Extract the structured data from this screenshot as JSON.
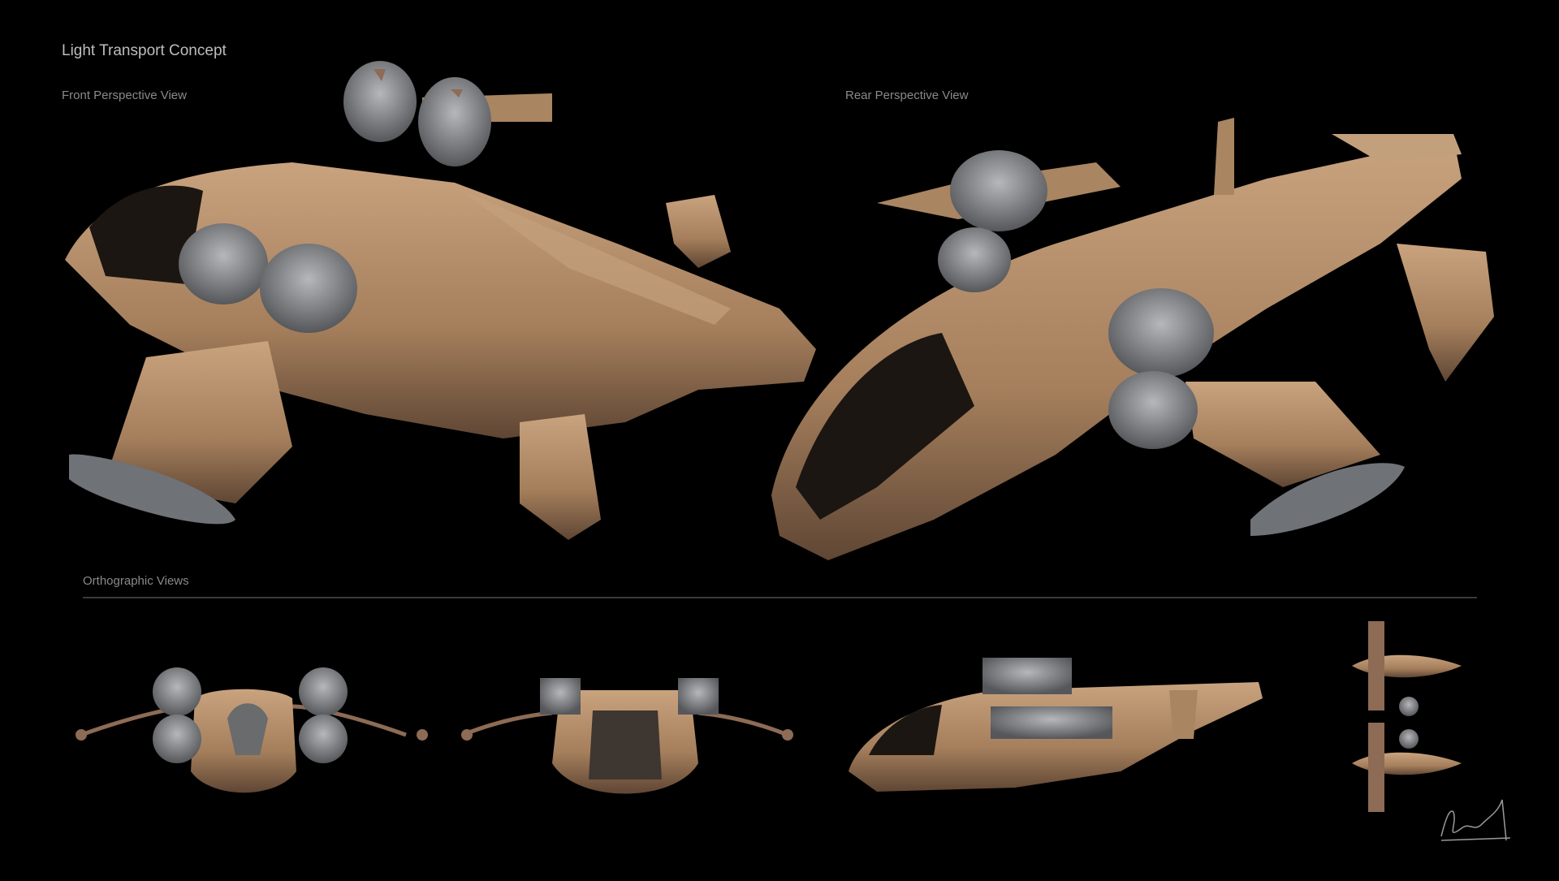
{
  "sheet": {
    "title": "Light Transport Concept",
    "sections": {
      "front": "Front Perspective View",
      "rear": "Rear Perspective View",
      "orthographic": "Orthographic Views"
    },
    "signature": "artist signature"
  },
  "colors": {
    "background": "#000000",
    "hull": "#b08a66",
    "hull_shadow": "#6e5440",
    "engine": "#8d8f92",
    "text": "#8a8a8a"
  }
}
